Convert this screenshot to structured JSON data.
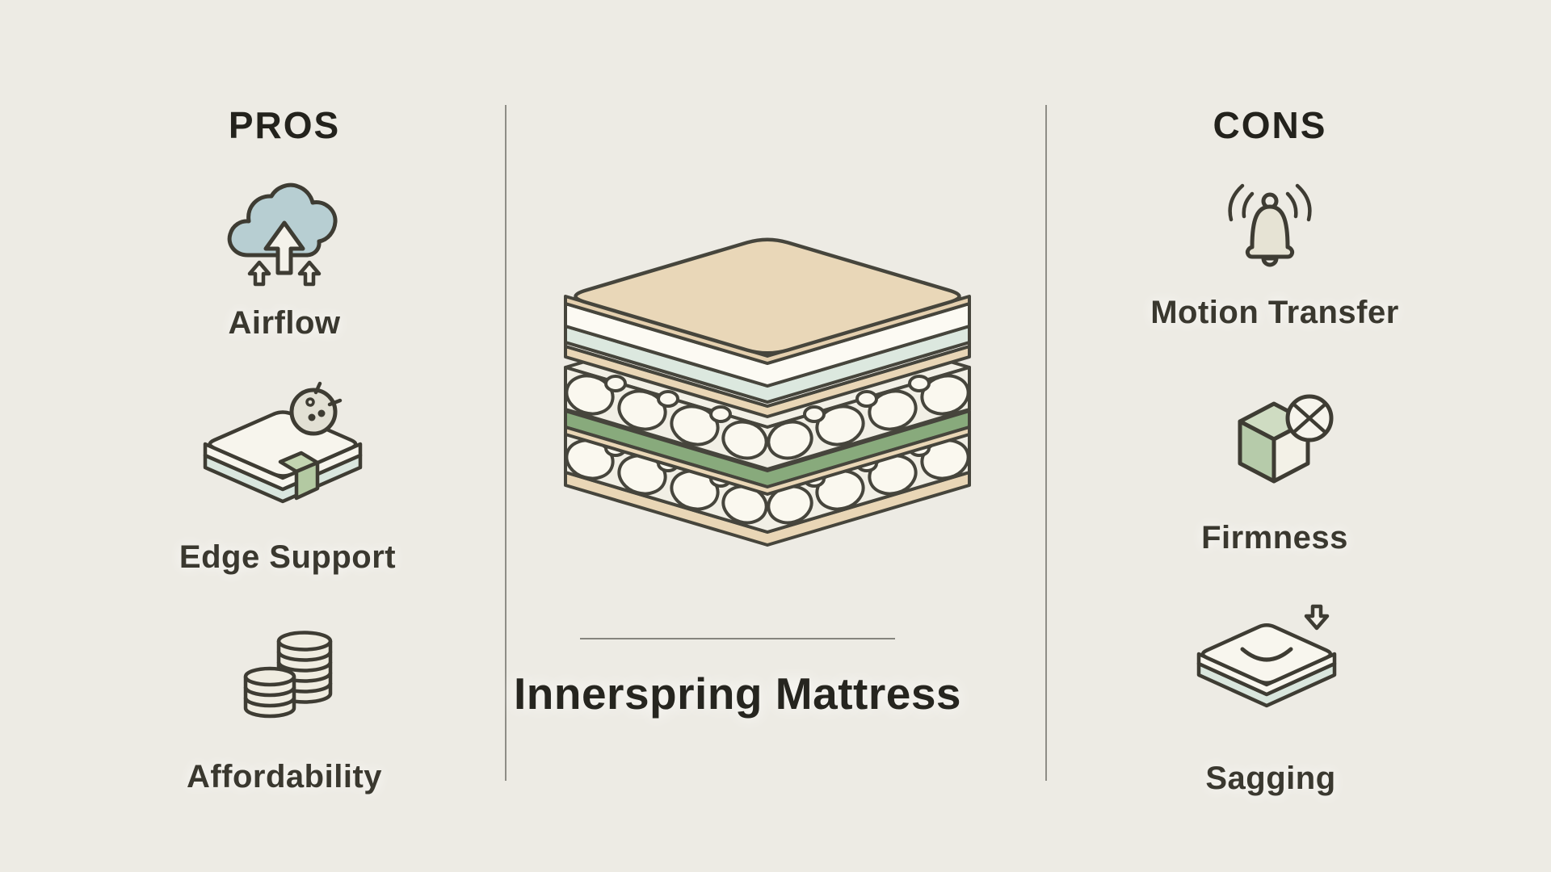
{
  "title": {
    "text": "Innerspring Mattress"
  },
  "pros": {
    "header": "PROS",
    "items": [
      {
        "label": "Airflow",
        "icon": "airflow-cloud-arrows-icon"
      },
      {
        "label": "Edge Support",
        "icon": "mattress-edge-ball-icon"
      },
      {
        "label": "Affordability",
        "icon": "coin-stacks-icon"
      }
    ]
  },
  "cons": {
    "header": "CONS",
    "items": [
      {
        "label": "Motion Transfer",
        "icon": "ringing-bell-icon"
      },
      {
        "label": "Firmness",
        "icon": "firm-cube-crossed-icon"
      },
      {
        "label": "Sagging",
        "icon": "sagging-mattress-arrow-icon"
      }
    ]
  },
  "center_illustration": {
    "name": "innerspring-mattress-layers",
    "description": "Exploded isometric view of innerspring mattress layers: quilted beige top, white comfort foam, pale green foam, two pocketed coil layers, green support slab and beige base"
  },
  "colors": {
    "background": "#edebe4",
    "ink": "#3e3c33",
    "accent_blue": "#b7ced2",
    "accent_green": "#88aa7c",
    "pale_green": "#dce8df",
    "beige": "#e9d7b8",
    "divider": "#8e8d86"
  }
}
